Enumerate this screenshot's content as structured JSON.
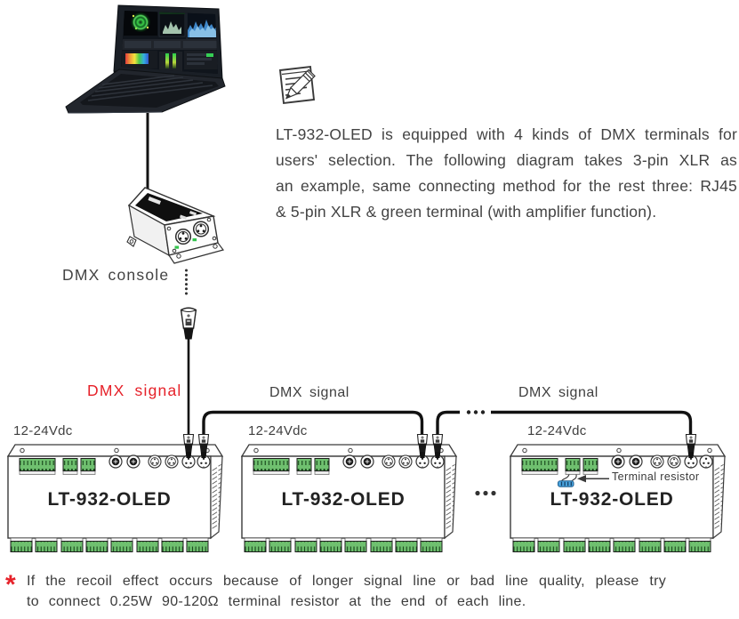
{
  "intro": {
    "lines": [
      "LT-932-OLED is equipped with 4 kinds of DMX terminals for",
      "users' selection. The following diagram takes 3-pin XLR as",
      "an example, same connecting method for the rest three: RJ45",
      "& 5-pin XLR  & green terminal (with amplifier function)."
    ]
  },
  "labels": {
    "dmx_console": "DMX console",
    "dmx_signal": "DMX signal",
    "terminal_resistor": "Terminal resistor",
    "continuation_dots": "•••"
  },
  "devices": [
    {
      "power": "12-24Vdc",
      "model": "LT-932-OLED"
    },
    {
      "power": "12-24Vdc",
      "model": "LT-932-OLED"
    },
    {
      "power": "12-24Vdc",
      "model": "LT-932-OLED"
    }
  ],
  "footnote": {
    "marker": "*",
    "lines": [
      "If the recoil effect occurs because of longer signal line or bad line quality, please try",
      "to connect 0.25W 90-120Ω terminal resistor at the end of each line."
    ]
  },
  "colors": {
    "signal_red": "#e62129",
    "terminal_green": "#6fc06f",
    "resistor_blue": "#49a4de",
    "cable_black": "#121212",
    "text_gray": "#434343"
  }
}
